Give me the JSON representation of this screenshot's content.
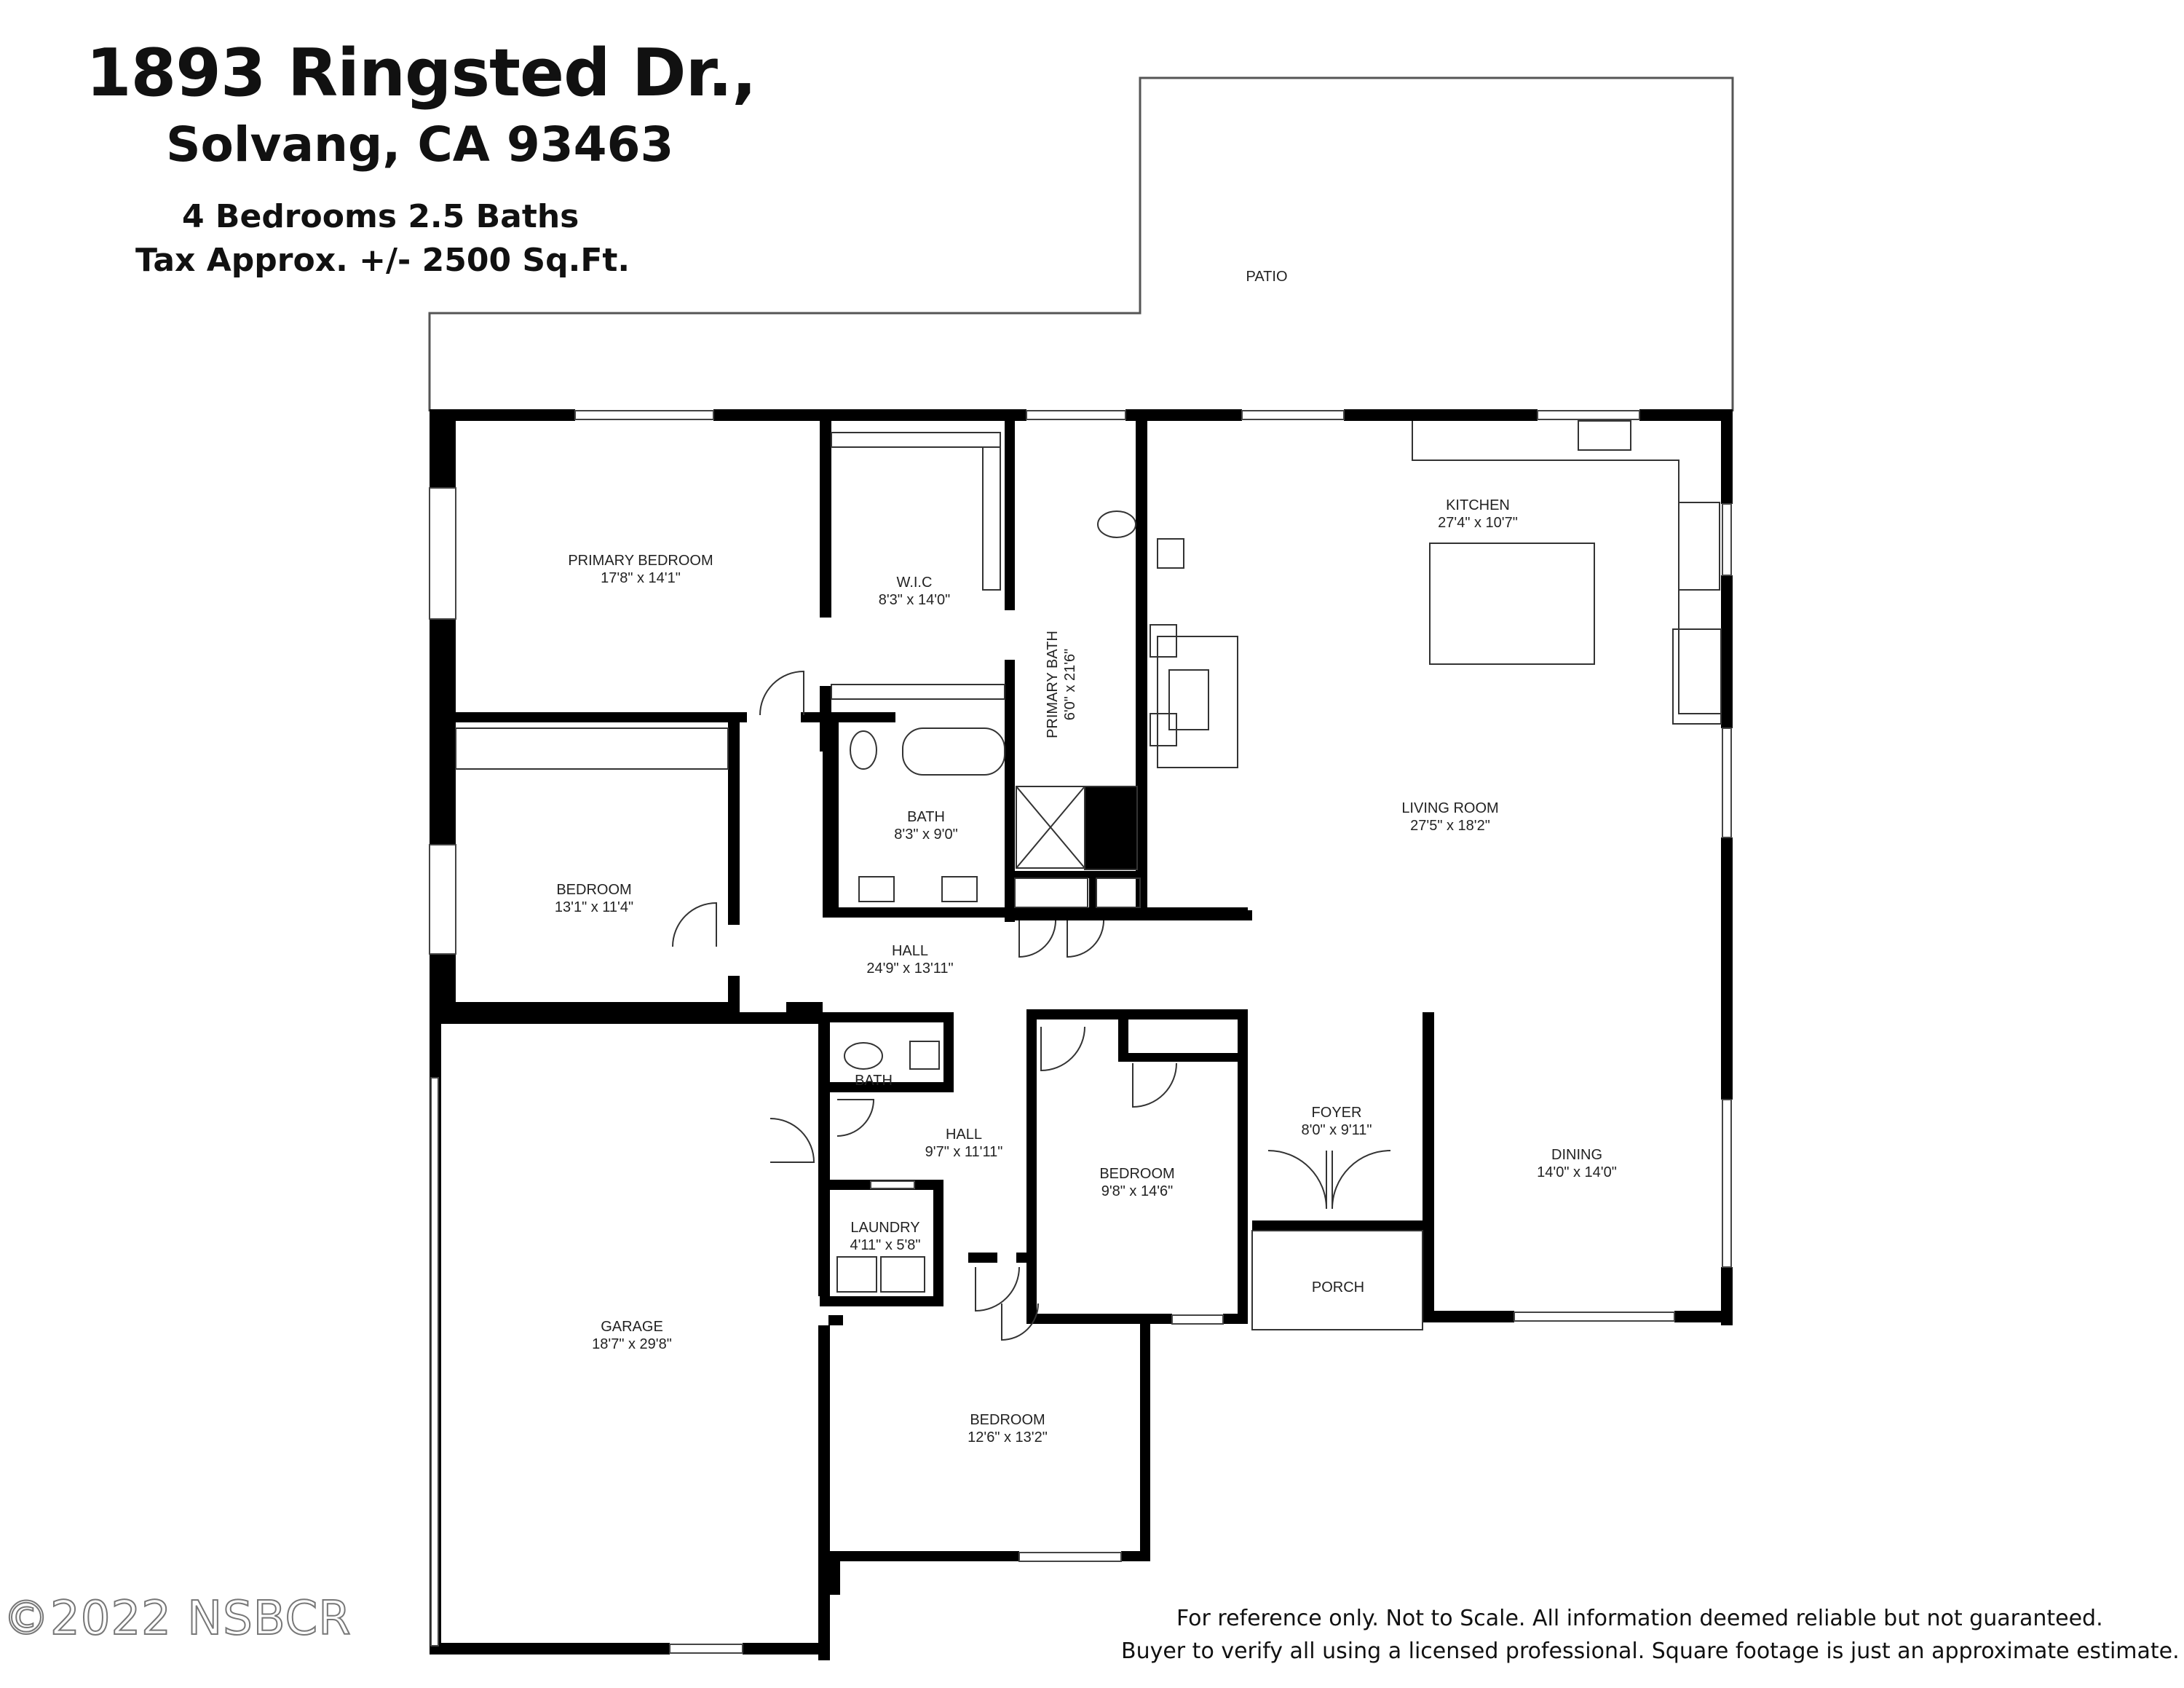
{
  "header": {
    "address_line1": "1893 Ringsted Dr.,",
    "address_line2": "Solvang, CA 93463",
    "beds_baths": "4 Bedrooms 2.5 Baths",
    "tax_sqft": "Tax Approx. +/- 2500 Sq.Ft."
  },
  "rooms": {
    "patio": {
      "name": "PATIO",
      "dim": ""
    },
    "primary_bedroom": {
      "name": "PRIMARY BEDROOM",
      "dim": "17'8\" x 14'1\""
    },
    "wic": {
      "name": "W.I.C",
      "dim": "8'3\" x 14'0\""
    },
    "primary_bath": {
      "name": "PRIMARY BATH",
      "dim": "6'0\" x 21'6\""
    },
    "kitchen": {
      "name": "KITCHEN",
      "dim": "27'4\" x 10'7\""
    },
    "living_room": {
      "name": "LIVING ROOM",
      "dim": "27'5\" x 18'2\""
    },
    "bath_main": {
      "name": "BATH",
      "dim": "8'3\" x 9'0\""
    },
    "bedroom_2": {
      "name": "BEDROOM",
      "dim": "13'1\" x 11'4\""
    },
    "hall_main": {
      "name": "HALL",
      "dim": "24'9\" x 13'11\""
    },
    "half_bath": {
      "name": "BATH",
      "dim": ""
    },
    "hall_small": {
      "name": "HALL",
      "dim": "9'7\" x 11'11\""
    },
    "bedroom_3": {
      "name": "BEDROOM",
      "dim": "9'8\" x 14'6\""
    },
    "foyer": {
      "name": "FOYER",
      "dim": "8'0\" x 9'11\""
    },
    "dining": {
      "name": "DINING",
      "dim": "14'0\" x 14'0\""
    },
    "laundry": {
      "name": "LAUNDRY",
      "dim": "4'11\" x 5'8\""
    },
    "porch": {
      "name": "PORCH",
      "dim": ""
    },
    "garage": {
      "name": "GARAGE",
      "dim": "18'7\" x 29'8\""
    },
    "bedroom_4": {
      "name": "BEDROOM",
      "dim": "12'6\" x 13'2\""
    }
  },
  "footer": {
    "disclaimer_line1": "For reference only. Not to Scale.  All information deemed reliable but not guaranteed.",
    "disclaimer_line2": "Buyer to verify all using a licensed professional. Square footage is just an approximate estimate.",
    "copyright": "©2022 NSBCR"
  }
}
